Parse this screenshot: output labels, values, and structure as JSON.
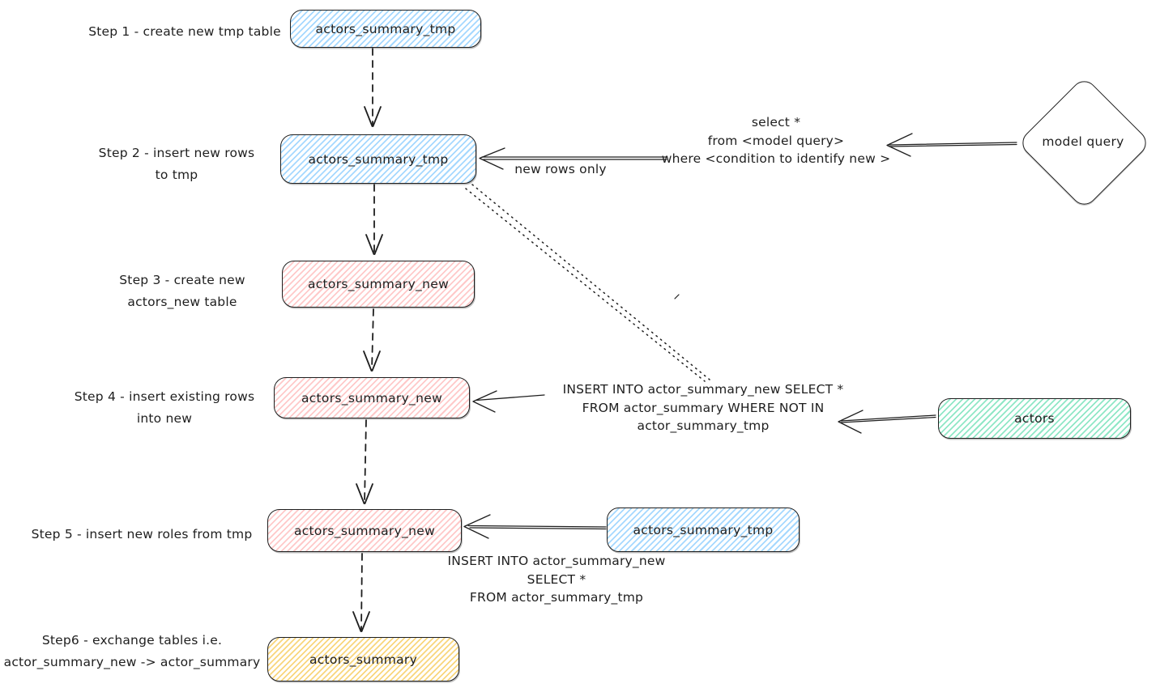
{
  "colors": {
    "ink": "#1e1e1e",
    "blue": "#a5d8ff",
    "red": "#ffc9c9",
    "green": "#8fe7c6",
    "yellow": "#f9d67c",
    "background": "#ffffff"
  },
  "step_labels": [
    {
      "lines": [
        "Step 1 - create new tmp table"
      ]
    },
    {
      "lines": [
        "Step 2 - insert new rows",
        "to tmp"
      ]
    },
    {
      "lines": [
        "Step 3 - create new",
        "actors_new table"
      ]
    },
    {
      "lines": [
        "Step 4 - insert existing rows",
        "into new"
      ]
    },
    {
      "lines": [
        "Step 5 - insert new roles from tmp"
      ]
    },
    {
      "lines": [
        "Step6 - exchange tables i.e.",
        "actor_summary_new -> actor_summary"
      ]
    }
  ],
  "nodes": [
    {
      "label": "actors_summary_tmp",
      "color": "blue"
    },
    {
      "label": "actors_summary_tmp",
      "color": "blue"
    },
    {
      "label": "actors_summary_new",
      "color": "red"
    },
    {
      "label": "actors_summary_new",
      "color": "red"
    },
    {
      "label": "actors_summary_new",
      "color": "red"
    },
    {
      "label": "actors_summary_tmp",
      "color": "blue"
    },
    {
      "label": "actors_summary",
      "color": "yellow"
    },
    {
      "label": "actors",
      "color": "green"
    },
    {
      "label": "model query",
      "shape": "diamond"
    }
  ],
  "annotations": {
    "select_query": {
      "lines": [
        "select *",
        "from <model query>",
        "where <condition to identify new >"
      ]
    },
    "new_rows_only": {
      "lines": [
        "new rows only"
      ]
    },
    "insert_not_in": {
      "lines": [
        "INSERT INTO actor_summary_new SELECT *",
        "FROM actor_summary WHERE NOT IN",
        "actor_summary_tmp"
      ]
    },
    "insert_from_tmp": {
      "lines": [
        "INSERT INTO actor_summary_new",
        "SELECT *",
        "FROM actor_summary_tmp"
      ]
    }
  }
}
